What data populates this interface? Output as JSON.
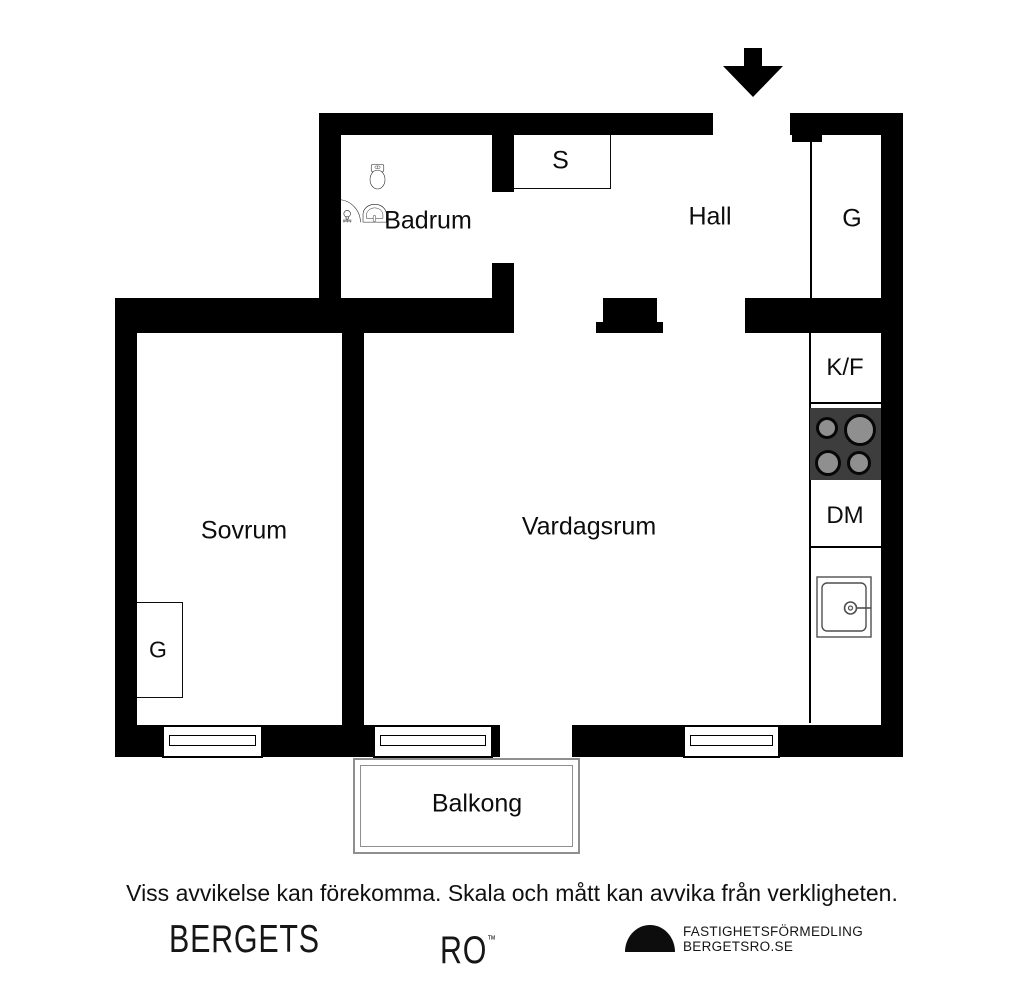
{
  "colors": {
    "wall": "#000000",
    "stove_background": "#3d3d3d",
    "burner_fill": "#8f8f8f",
    "burner_ring": "#070707",
    "balcony_line": "#8f8f8f",
    "text": "#0d0d0d"
  },
  "plan": {
    "rooms": {
      "badrum": "Badrum",
      "hall": "Hall",
      "sovrum": "Sovrum",
      "vardagsrum": "Vardagsrum",
      "balkong": "Balkong"
    },
    "closets": {
      "hall_closet": "S",
      "hall_wardrobe": "G",
      "bedroom_wardrobe": "G"
    },
    "kitchen": {
      "fridge_freezer": "K/F",
      "dishwasher": "DM"
    },
    "icons": {
      "entrance": "entrance-arrow-icon",
      "toilet": "toilet-icon",
      "washbasin": "washbasin-icon",
      "shower": "shower-drain-icon",
      "stove": "stove-burners-icon",
      "kitchen_sink": "kitchen-sink-icon",
      "window": "window-symbol"
    }
  },
  "footer": {
    "disclaimer": "Viss avvikelse kan förekomma. Skala och mått kan avvika från verkligheten.",
    "brand_word1": "BERGETS",
    "brand_word2": "RO",
    "trademark": "™",
    "agency_line1": "FASTIGHETSFÖRMEDLING",
    "agency_line2": "BERGETSRO.SE"
  }
}
